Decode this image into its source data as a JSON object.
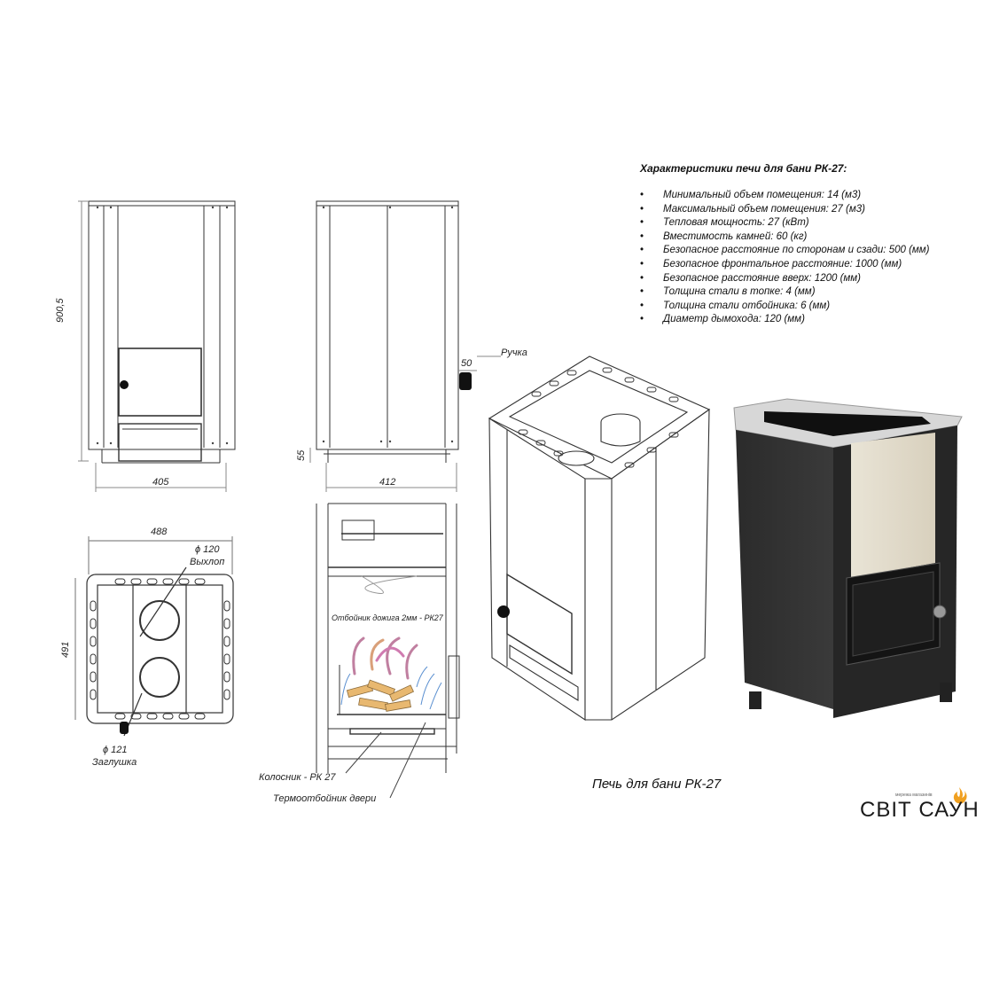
{
  "specs": {
    "title": "Характеристики печи для бани РК-27:",
    "items": [
      "Минимальный  объем помещения: 14 (м3)",
      "Максимальный объем помещения: 27 (м3)",
      "Тепловая мощность: 27 (кВт)",
      "Вместимость камней: 60 (кг)",
      "Безопасное расстояние по сторонам и сзади: 500 (мм)",
      "Безопасное фронтальное расстояние: 1000 (мм)",
      "Безопасное расстояние вверх: 1200 (мм)",
      "Толщина стали в топке: 4 (мм)",
      "Толщина стали отбойника: 6 (мм)",
      "Диаметр дымохода: 120 (мм)"
    ]
  },
  "dimensions": {
    "front_height": "900,5",
    "front_width": "405",
    "side_width": "412",
    "side_leg": "55",
    "side_handle": "50",
    "top_width": "488",
    "top_depth": "491",
    "outlet_diameter": "ϕ 120",
    "plug_diameter": "ϕ 121"
  },
  "labels": {
    "handle": "Ручка",
    "outlet": "Выхлоп",
    "plug": "Заглушка",
    "afterburn_deflector": "Отбойник дожига 2мм - РК27",
    "grate": "Колосник - РК 27",
    "door_deflector": "Термоотбойник двери"
  },
  "caption": "Печь для бани РК-27",
  "logo": {
    "text": "СВІТ САУН",
    "sub": "мережа магазинів",
    "flame_color": "#f0a020"
  }
}
